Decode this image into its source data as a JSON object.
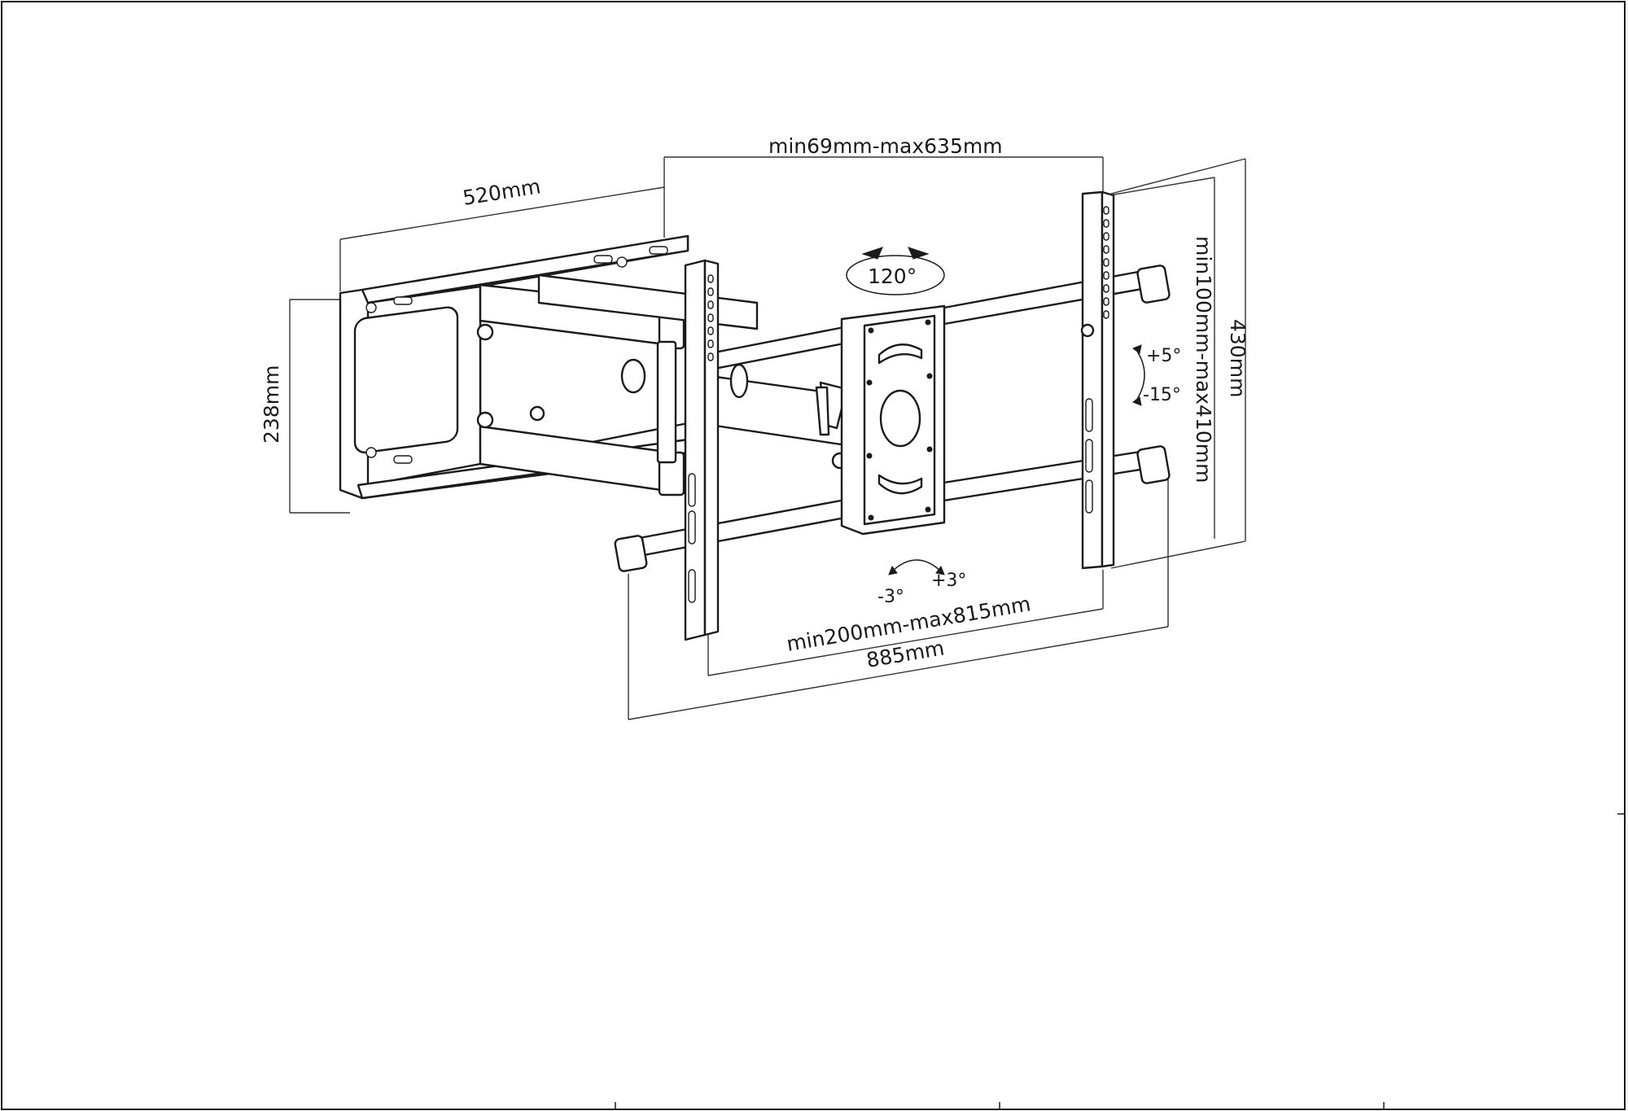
{
  "drawing": {
    "dimensions": {
      "depth": "520mm",
      "wall_plate_height": "238mm",
      "stud_distance": "min69mm-max635mm",
      "bracket_height": "430mm",
      "vesa_vertical": "min100mm-max410mm",
      "vesa_horizontal": "min200mm-max815mm",
      "total_width": "885mm"
    },
    "angles": {
      "swivel": "120°",
      "tilt_up": "+5°",
      "tilt_down": "-15°",
      "level_left": "-3°",
      "level_right": "+3°"
    },
    "colors": {
      "line": "#1a1a1a",
      "background": "#ffffff"
    }
  }
}
